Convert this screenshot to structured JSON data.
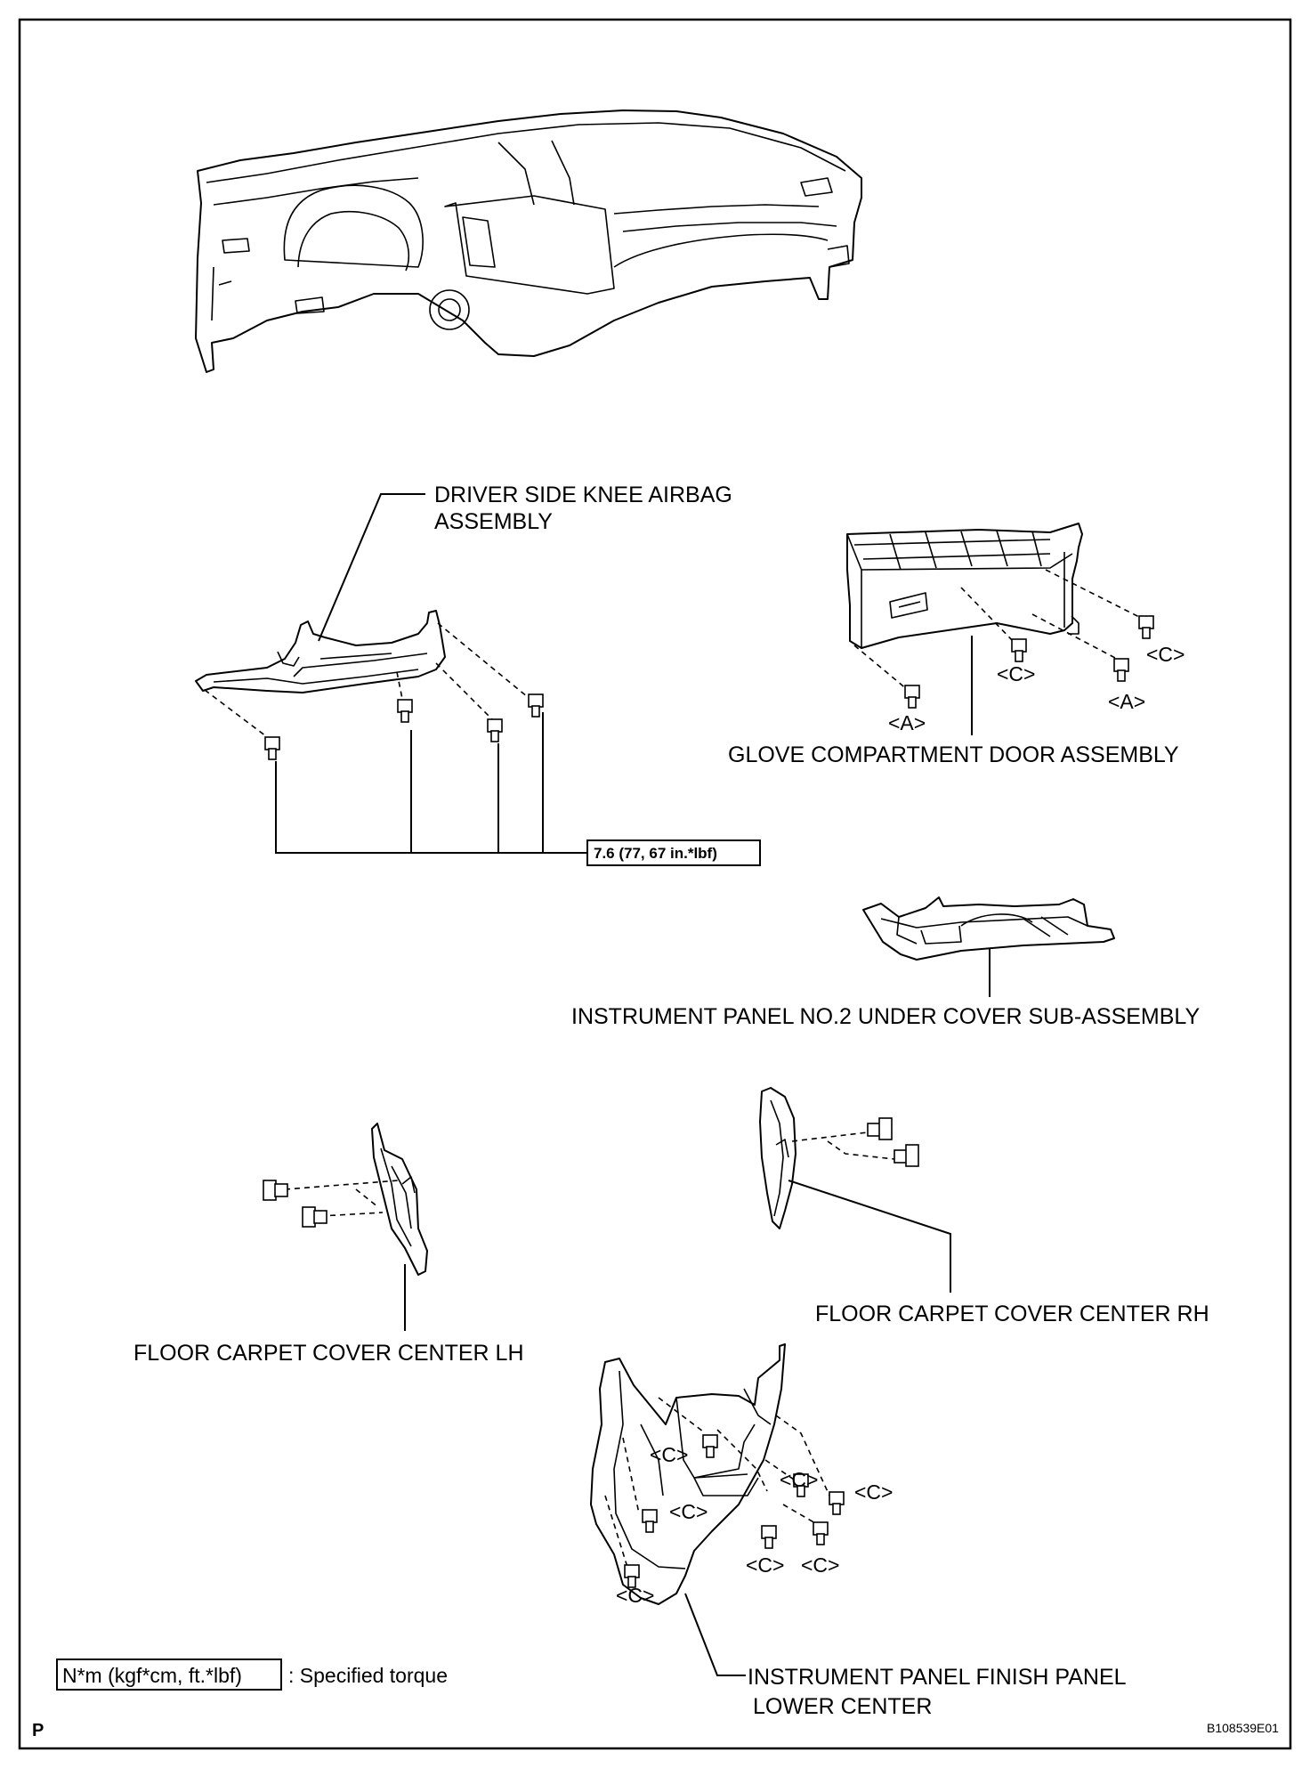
{
  "labels": {
    "knee_airbag_line1": "DRIVER SIDE KNEE AIRBAG",
    "knee_airbag_line2": "ASSEMBLY",
    "glove_door": "GLOVE COMPARTMENT DOOR ASSEMBLY",
    "under_cover": "INSTRUMENT PANEL NO.2 UNDER COVER SUB-ASSEMBLY",
    "carpet_lh": "FLOOR CARPET COVER CENTER LH",
    "carpet_rh": "FLOOR CARPET COVER CENTER RH",
    "finish_panel_line1": "INSTRUMENT PANEL FINISH PANEL",
    "finish_panel_line2": "LOWER CENTER"
  },
  "torque": {
    "value": "7.6 (77, 67 in.*lbf)"
  },
  "fastener_codes": {
    "a": "<A>",
    "c": "<C>"
  },
  "legend": {
    "units": "N*m (kgf*cm, ft.*lbf)",
    "description": ": Specified torque"
  },
  "footer": {
    "page_marker": "P",
    "figure_code": "B108539E01"
  }
}
